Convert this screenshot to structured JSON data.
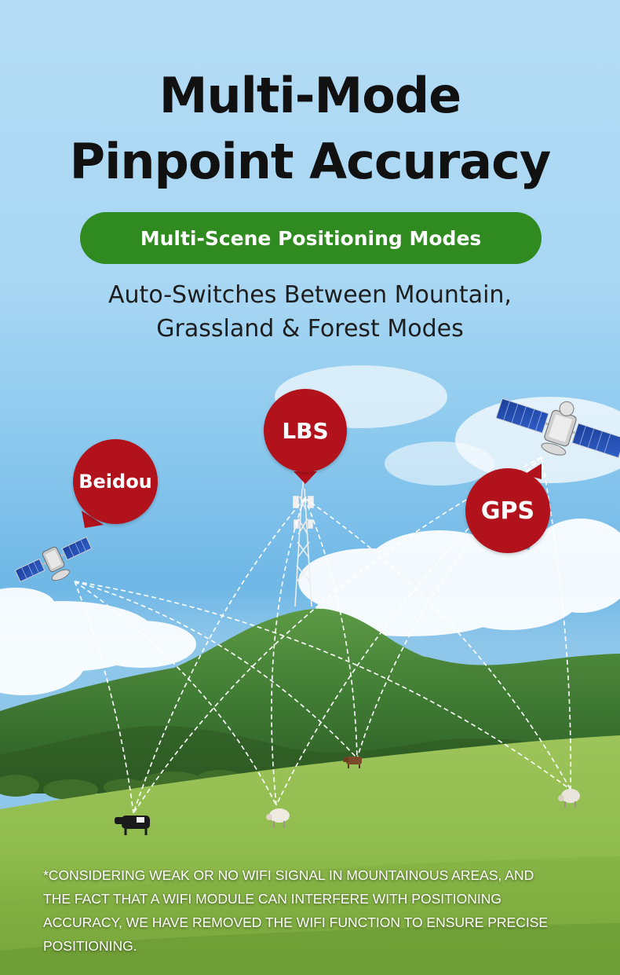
{
  "headline": {
    "line1": "Multi-Mode",
    "line2": "Pinpoint Accuracy"
  },
  "badge": {
    "label": "Multi-Scene Positioning Modes",
    "color": "#2f8a1f"
  },
  "subheadline": {
    "line1": "Auto-Switches Between Mountain,",
    "line2": "Grassland & Forest Modes"
  },
  "positioning_modes": [
    {
      "label": "Beidou",
      "icon": "satellite-icon"
    },
    {
      "label": "LBS",
      "icon": "cell-tower-icon"
    },
    {
      "label": "GPS",
      "icon": "satellite-icon"
    }
  ],
  "bubble_color": "#b2121c",
  "footnote": {
    "line1": "*CONSIDERING WEAK OR NO WIFI SIGNAL IN MOUNTAINOUS AREAS, AND",
    "line2": "THE FACT THAT A WIFI MODULE CAN INTERFERE WITH POSITIONING",
    "line3": "ACCURACY, WE HAVE REMOVED THE WIFI FUNCTION TO ENSURE PRECISE",
    "line4": "POSITIONING."
  }
}
